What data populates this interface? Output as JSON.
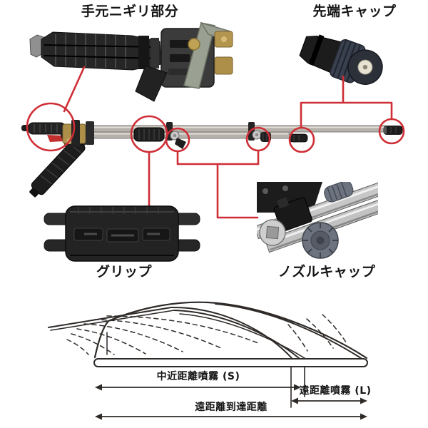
{
  "callouts": {
    "handle_grip": "手元ニギリ部分",
    "tip_cap": "先端キャップ",
    "grip": "グリップ",
    "nozzle_cap": "ノズルキャップ"
  },
  "spray_diagram": {
    "mid_close_range_label": "中近距離噴霧 (S)",
    "long_range_label": "遠距離噴霧 (L)",
    "long_reach_label": "遠距離到達距離"
  },
  "colors": {
    "callout_red": "#cf2e36",
    "line_dark": "#2e2a28",
    "text_dark": "#151515"
  }
}
